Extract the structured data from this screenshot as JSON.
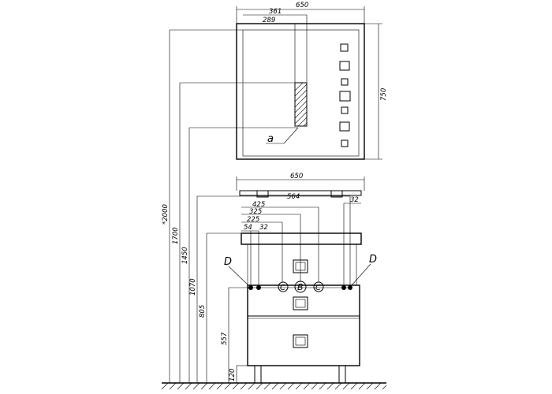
{
  "mirror": {
    "width": "650",
    "height": "750",
    "dim_361": "361",
    "dim_289": "289",
    "label_a": "a"
  },
  "cabinet": {
    "width": "650",
    "dim_564": "564",
    "dim_32_right": "32",
    "dim_425": "425",
    "dim_325": "325",
    "dim_225": "225",
    "dim_54": "54",
    "dim_32_left": "32",
    "label_b": "B",
    "label_c": "C",
    "label_d": "D"
  },
  "heights": {
    "h2000": "*2000",
    "h1700": "1700",
    "h1450": "1450",
    "h1070": "1070",
    "h805": "805",
    "h557": "557",
    "h120": "120"
  }
}
